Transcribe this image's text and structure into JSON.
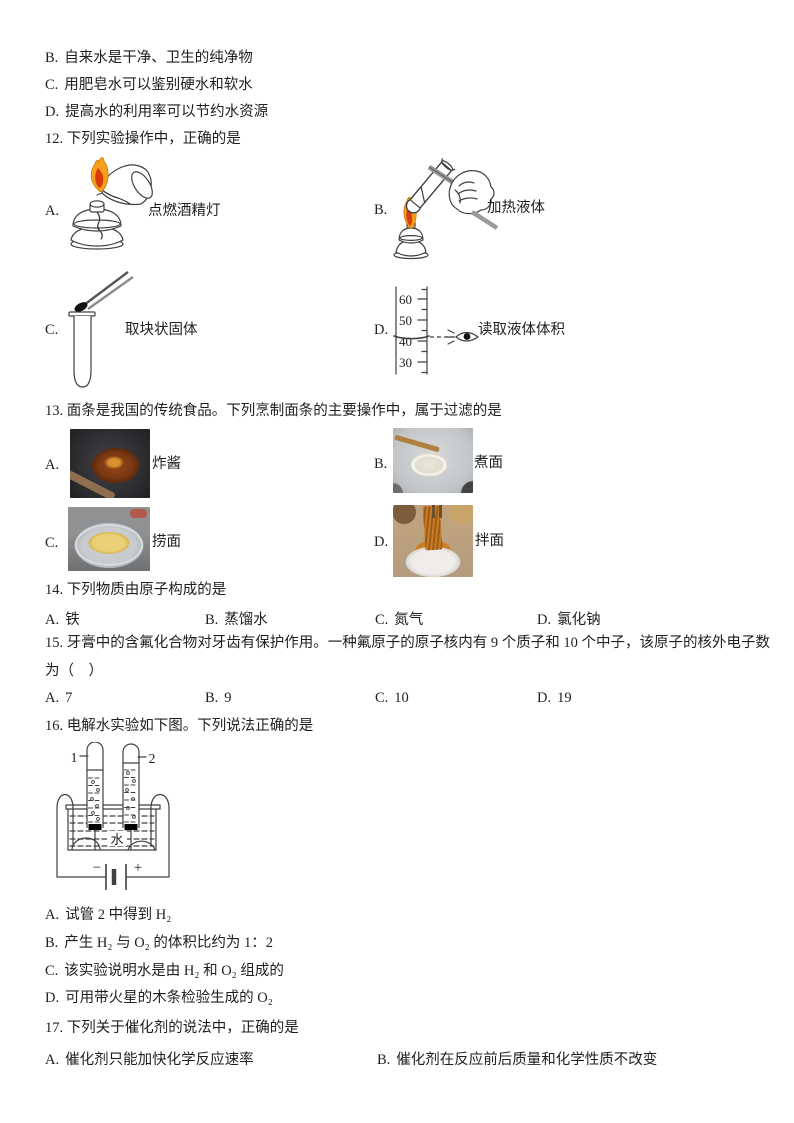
{
  "colors": {
    "ink": "#404040",
    "flame_outer": "#f6a01c",
    "flame_inner": "#d93a10"
  },
  "q11": {
    "options": [
      {
        "label": "B.",
        "text": "自来水是干净、卫生的纯净物"
      },
      {
        "label": "C.",
        "text": "用肥皂水可以鉴别硬水和软水"
      },
      {
        "label": "D.",
        "text": "提高水的利用率可以节约水资源"
      }
    ]
  },
  "q12": {
    "stem": "12. 下列实验操作中，正确的是",
    "options": [
      {
        "label": "A.",
        "caption": "点燃酒精灯"
      },
      {
        "label": "B.",
        "caption": "加热液体"
      },
      {
        "label": "C.",
        "caption": "取块状固体"
      },
      {
        "label": "D.",
        "caption": "读取液体体积"
      }
    ],
    "ticks": [
      "60",
      "50",
      "40",
      "30"
    ]
  },
  "q13": {
    "stem": "13. 面条是我国的传统食品。下列烹制面条的主要操作中，属于过滤的是",
    "options": [
      {
        "label": "A.",
        "caption": "炸酱"
      },
      {
        "label": "B.",
        "caption": "煮面"
      },
      {
        "label": "C.",
        "caption": "捞面"
      },
      {
        "label": "D.",
        "caption": "拌面"
      }
    ]
  },
  "q14": {
    "stem": "14. 下列物质由原子构成的是",
    "options": [
      {
        "label": "A.",
        "text": "铁"
      },
      {
        "label": "B.",
        "text": "蒸馏水"
      },
      {
        "label": "C.",
        "text": "氮气"
      },
      {
        "label": "D.",
        "text": "氯化钠"
      }
    ]
  },
  "q15": {
    "stem_line1": "15. 牙膏中的含氟化合物对牙齿有保护作用。一种氟原子的原子核内有 9 个质子和 10 个中子，该原子的核外电子数",
    "stem_line2": "为（　）",
    "options": [
      {
        "label": "A.",
        "text": "7"
      },
      {
        "label": "B.",
        "text": "9"
      },
      {
        "label": "C.",
        "text": "10"
      },
      {
        "label": "D.",
        "text": "19"
      }
    ]
  },
  "q16": {
    "stem": "16. 电解水实验如下图。下列说法正确的是",
    "diagram": {
      "tube1": "1",
      "tube2": "2",
      "water": "水",
      "minus": "−",
      "plus": "+"
    },
    "options": [
      {
        "label": "A.",
        "text": "试管 2 中得到 H₂"
      },
      {
        "label": "B.",
        "text": "产生 H₂ 与 O₂ 的体积比约为 1：2"
      },
      {
        "label": "C.",
        "text": "该实验说明水是由 H₂ 和 O₂ 组成的"
      },
      {
        "label": "D.",
        "text": "可用带火星的木条检验生成的 O₂"
      }
    ]
  },
  "q17": {
    "stem": "17. 下列关于催化剂的说法中，正确的是",
    "options": [
      {
        "label": "A.",
        "text": "催化剂只能加快化学反应速率"
      },
      {
        "label": "B.",
        "text": "催化剂在反应前后质量和化学性质不改变"
      }
    ]
  }
}
